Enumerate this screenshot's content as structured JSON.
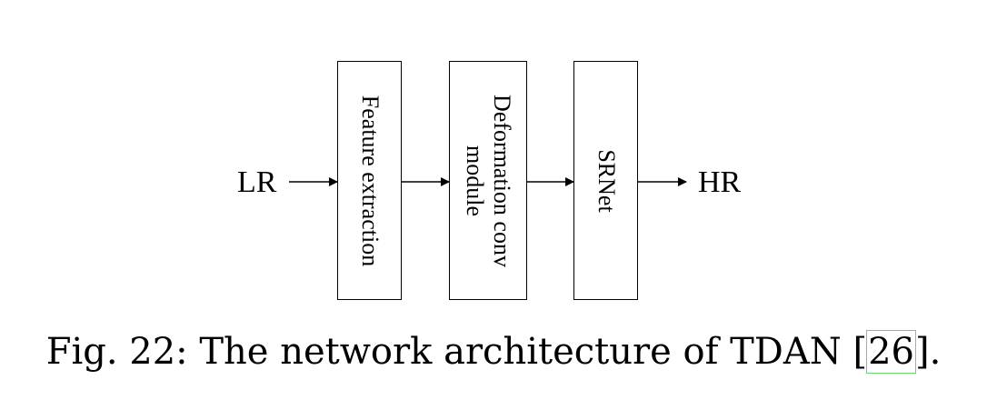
{
  "diagram": {
    "input_label": "LR",
    "output_label": "HR",
    "blocks": [
      {
        "lines": [
          "Feature extraction"
        ]
      },
      {
        "lines": [
          "Deformation conv",
          "module"
        ]
      },
      {
        "lines": [
          "SRNet"
        ]
      }
    ]
  },
  "caption": {
    "prefix": "Fig. 22: The network architecture of TDAN [",
    "ref": "26",
    "suffix": "]."
  }
}
